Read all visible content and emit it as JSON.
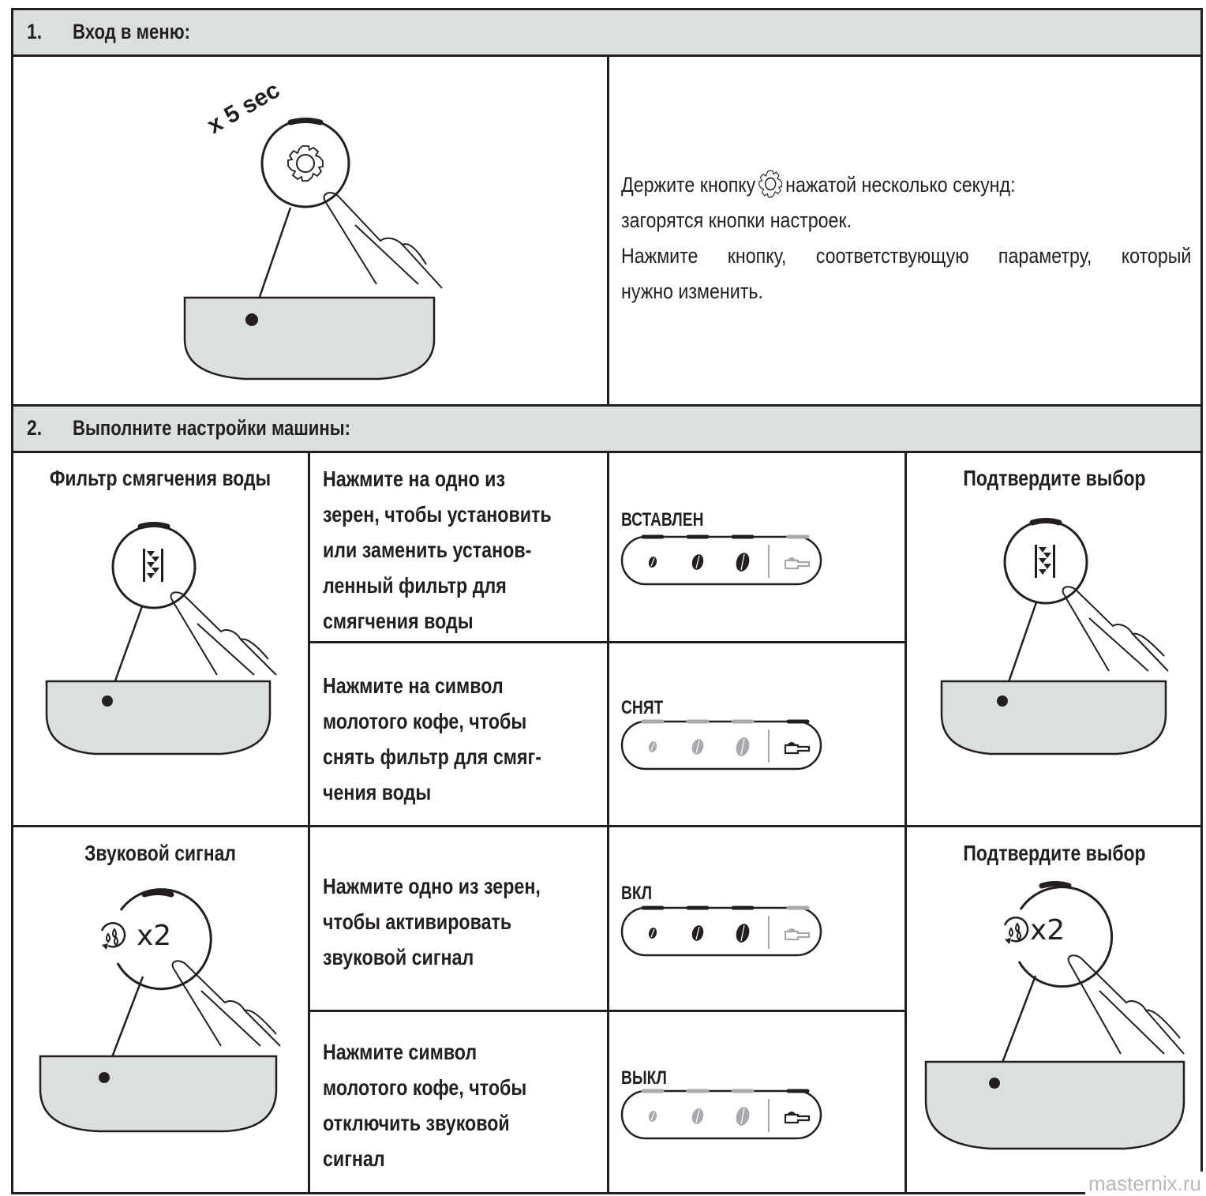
{
  "section1": {
    "number": "1.",
    "title": "Вход в меню:",
    "illustration": {
      "hold_label": "x 5 sec",
      "button_icon": "gear-icon"
    },
    "text": {
      "line1_before": "Держите кнопку",
      "line1_after": "нажатой несколько секунд:",
      "line2": "загорятся кнопки настроек.",
      "line3": "Нажмите кнопку, соответствующую параметру, который",
      "line4": "нужно изменить."
    }
  },
  "section2": {
    "number": "2.",
    "title": "Выполните настройки машины:",
    "settings": [
      {
        "name": "Фильтр смягчения воды",
        "button_icon": "water-filter-icon",
        "confirm_label": "Подтвердите выбор",
        "options": [
          {
            "instruction": [
              "Нажмите на одно из",
              "зерен, чтобы установить",
              "или заменить установ-",
              "ленный фильтр для",
              "смягчения воды"
            ],
            "state": "ВСТАВЛЕН",
            "lit": [
              true,
              true,
              true,
              false
            ]
          },
          {
            "instruction": [
              "Нажмите на символ",
              "молотого кофе, чтобы",
              "снять фильтр для смяг-",
              "чения воды"
            ],
            "state": "СНЯТ",
            "lit": [
              false,
              false,
              false,
              true
            ]
          }
        ]
      },
      {
        "name": "Звуковой сигнал",
        "button_icon": "descale-x2-icon",
        "button_text": "x2",
        "confirm_label": "Подтвердите выбор",
        "options": [
          {
            "instruction": [
              "Нажмите одно из зерен,",
              "чтобы активировать",
              "звуковой сигнал"
            ],
            "state": "ВКЛ",
            "lit": [
              true,
              true,
              true,
              false
            ]
          },
          {
            "instruction": [
              "Нажмите символ",
              "молотого кофе, чтобы",
              "отключить звуковой",
              "сигнал"
            ],
            "state": "ВЫКЛ",
            "lit": [
              false,
              false,
              false,
              true
            ]
          }
        ]
      }
    ]
  },
  "colors": {
    "ink": "#231f20",
    "header_bg": "#dcdfe0",
    "panel_fill": "#dcdfe0",
    "inactive": "#a7a9ac"
  },
  "watermark": "masternix.ru"
}
